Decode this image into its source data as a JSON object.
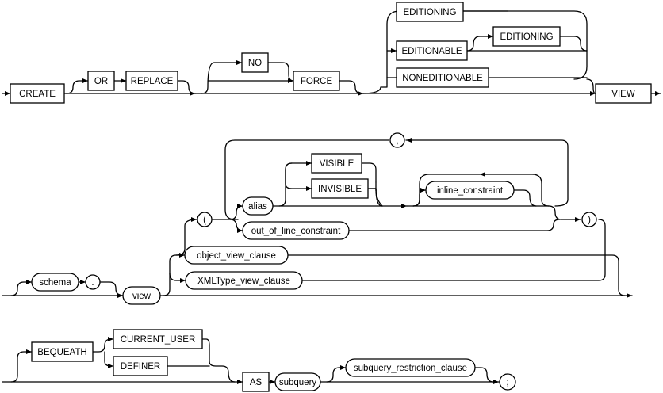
{
  "keywords": {
    "create": "CREATE",
    "or": "OR",
    "replace": "REPLACE",
    "no": "NO",
    "force": "FORCE",
    "editioning": "EDITIONING",
    "editionable": "EDITIONABLE",
    "editioning2": "EDITIONING",
    "noneditionable": "NONEDITIONABLE",
    "view": "VIEW",
    "visible": "VISIBLE",
    "invisible": "INVISIBLE",
    "bequeath": "BEQUEATH",
    "current_user": "CURRENT_USER",
    "definer": "DEFINER",
    "as": "AS"
  },
  "clauses": {
    "schema": "schema",
    "view": "view",
    "alias": "alias",
    "inline_constraint": "inline_constraint",
    "out_of_line_constraint": "out_of_line_constraint",
    "object_view_clause": "object_view_clause",
    "xmltype_view_clause": "XMLType_view_clause",
    "subquery": "subquery",
    "subquery_restriction_clause": "subquery_restriction_clause"
  },
  "symbols": {
    "dot": ".",
    "comma": ",",
    "lparen": "(",
    "rparen": ")",
    "semicolon": ";"
  }
}
